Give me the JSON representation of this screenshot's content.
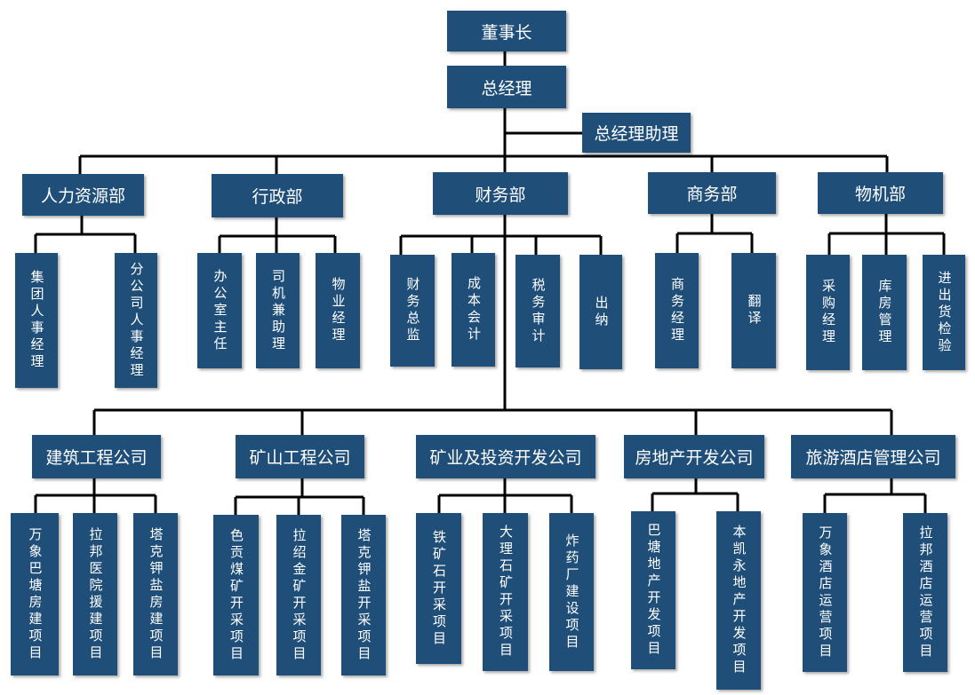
{
  "top": {
    "chairman": "董事长",
    "gm": "总经理",
    "gm_assistant": "总经理助理"
  },
  "departments": [
    {
      "name": "人力资源部",
      "children": [
        "集团人事经理",
        "分公司人事经理"
      ]
    },
    {
      "name": "行政部",
      "children": [
        "办公室主任",
        "司机兼助理",
        "物业经理"
      ]
    },
    {
      "name": "财务部",
      "children": [
        "财务总监",
        "成本会计",
        "税务审计",
        "出纳"
      ]
    },
    {
      "name": "商务部",
      "children": [
        "商务经理",
        "翻译"
      ]
    },
    {
      "name": "物机部",
      "children": [
        "采购经理",
        "库房管理",
        "进出货检验"
      ]
    }
  ],
  "companies": [
    {
      "name": "建筑工程公司",
      "children": [
        "万象巴塘房建项目",
        "拉邦医院援建项目",
        "塔克钾盐房建项目"
      ]
    },
    {
      "name": "矿山工程公司",
      "children": [
        "色贡煤矿开采项目",
        "拉绍金矿开采项目",
        "塔克钾盐开采项目"
      ]
    },
    {
      "name": "矿业及投资开发公司",
      "children": [
        "铁矿石开采项目",
        "大理石矿开采项目",
        "炸药厂建设项目"
      ]
    },
    {
      "name": "房地产开发公司",
      "children": [
        "巴塘地产开发项目",
        "本凯永地产开发项目"
      ]
    },
    {
      "name": "旅游酒店管理公司",
      "children": [
        "万象酒店运营项目",
        "拉邦酒店运营项目"
      ]
    }
  ],
  "colors": {
    "box": "#1f4e79",
    "line": "#000000",
    "text": "#ffffff"
  }
}
